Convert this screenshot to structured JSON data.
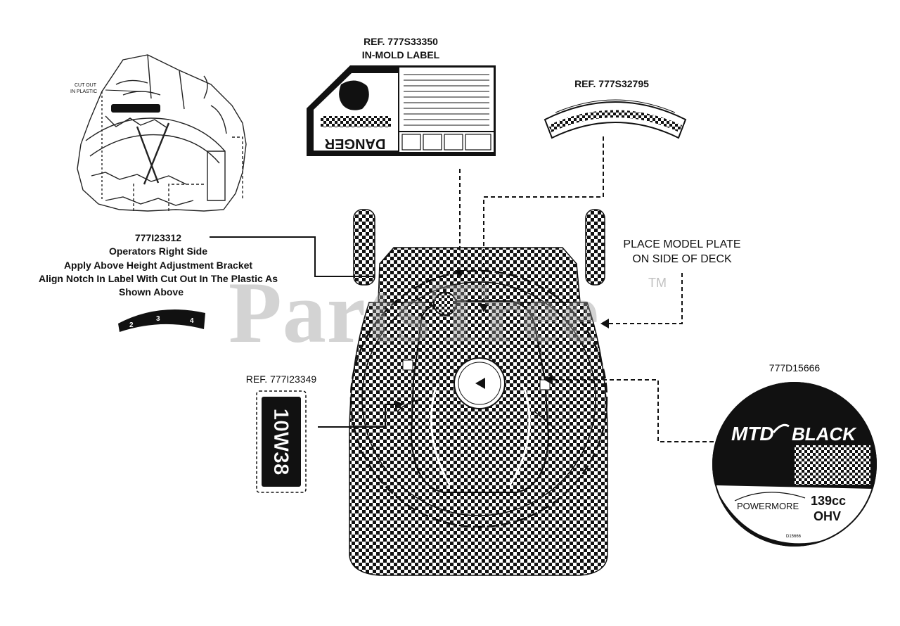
{
  "watermark": {
    "text": "PartsTree",
    "tm": "TM"
  },
  "labels": {
    "ref_777S33350": "REF. 777S33350",
    "in_mold_label": "IN-MOLD LABEL",
    "ref_777S32795": "REF. 777S32795",
    "part_777I23312": "777I23312",
    "operators_right_side": "Operators Right Side",
    "apply_above": "Apply Above Height Adjustment Bracket",
    "align_notch": "Align Notch In Label With Cut Out In The Plastic As",
    "shown_above": "Shown Above",
    "place_model_plate_1": "PLACE MODEL PLATE",
    "place_model_plate_2": "ON SIDE OF DECK",
    "ref_777I23349": "REF. 777I23349",
    "part_777D15666": "777D15666",
    "cut_out_1": "CUT OUT",
    "cut_out_2": "IN PLASTIC"
  },
  "decals": {
    "danger_word": "DANGER",
    "model_code": "10W38",
    "height_numbers": [
      "2",
      "3",
      "4"
    ],
    "mtd_brand": "MTD",
    "black_word": "BLACK",
    "engine_cc": "139cc",
    "engine_type": "OHV",
    "powermore": "POWERMORE",
    "small_code": "D15666"
  },
  "colors": {
    "ink": "#111111",
    "watermark": "#969696",
    "background": "#ffffff"
  }
}
